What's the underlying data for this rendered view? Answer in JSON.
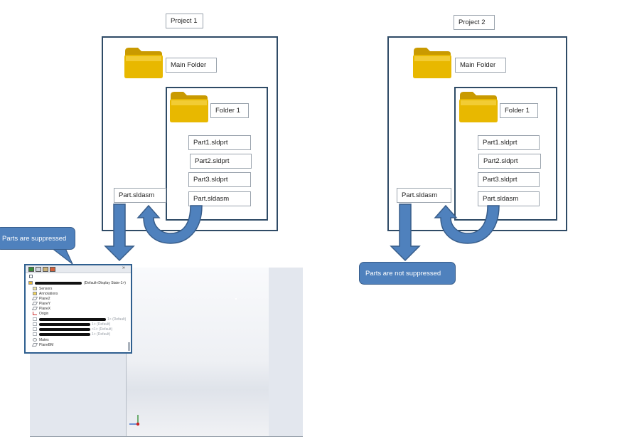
{
  "project1": {
    "title": "Project  1",
    "main_folder": "Main Folder",
    "folder1": "Folder  1",
    "files": [
      "Part1.sldprt",
      "Part2.sldprt",
      "Part3.sldprt",
      "Part.sldasm"
    ],
    "outer_file": "Part.sldasm",
    "callout": "Parts  are suppressed"
  },
  "project2": {
    "title": "Project  2",
    "main_folder": "Main Folder",
    "folder1": "Folder  1",
    "files": [
      "Part1.sldprt",
      "Part2.sldprt",
      "Part3.sldprt",
      "Part.sldasm"
    ],
    "outer_file": "Part.sldasm",
    "callout": "Parts  are not  suppressed"
  },
  "feature_tree": {
    "root_suffix": "(Default<Display State-1>)",
    "items": [
      "Sensors",
      "Annotations",
      "Plane2",
      "PlaneY",
      "PlaneX",
      "Origin"
    ],
    "component_suffixes": [
      "1> (Default)",
      "1> (Default)",
      "<1> (Default)",
      "1> (Default)"
    ],
    "mates": "Mates",
    "last_plane": "PlaneBM",
    "collapse_glyph": "»"
  },
  "colors": {
    "frame": "#2f4b66",
    "arrow_fill": "#4f81bd",
    "arrow_stroke": "#385d8a",
    "folder": "#e8b800"
  }
}
